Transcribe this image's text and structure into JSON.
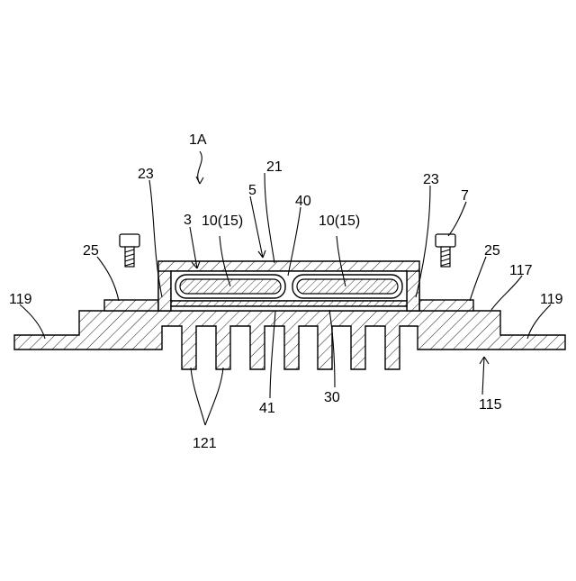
{
  "figure": {
    "assembly_label": "1A",
    "labels": {
      "l3": "3",
      "l5": "5",
      "l7": "7",
      "l10a": "10(15)",
      "l10b": "10(15)",
      "l21": "21",
      "l23a": "23",
      "l23b": "23",
      "l25a": "25",
      "l25b": "25",
      "l30": "30",
      "l40": "40",
      "l41": "41",
      "l115": "115",
      "l117": "117",
      "l119a": "119",
      "l119b": "119",
      "l121": "121"
    }
  }
}
